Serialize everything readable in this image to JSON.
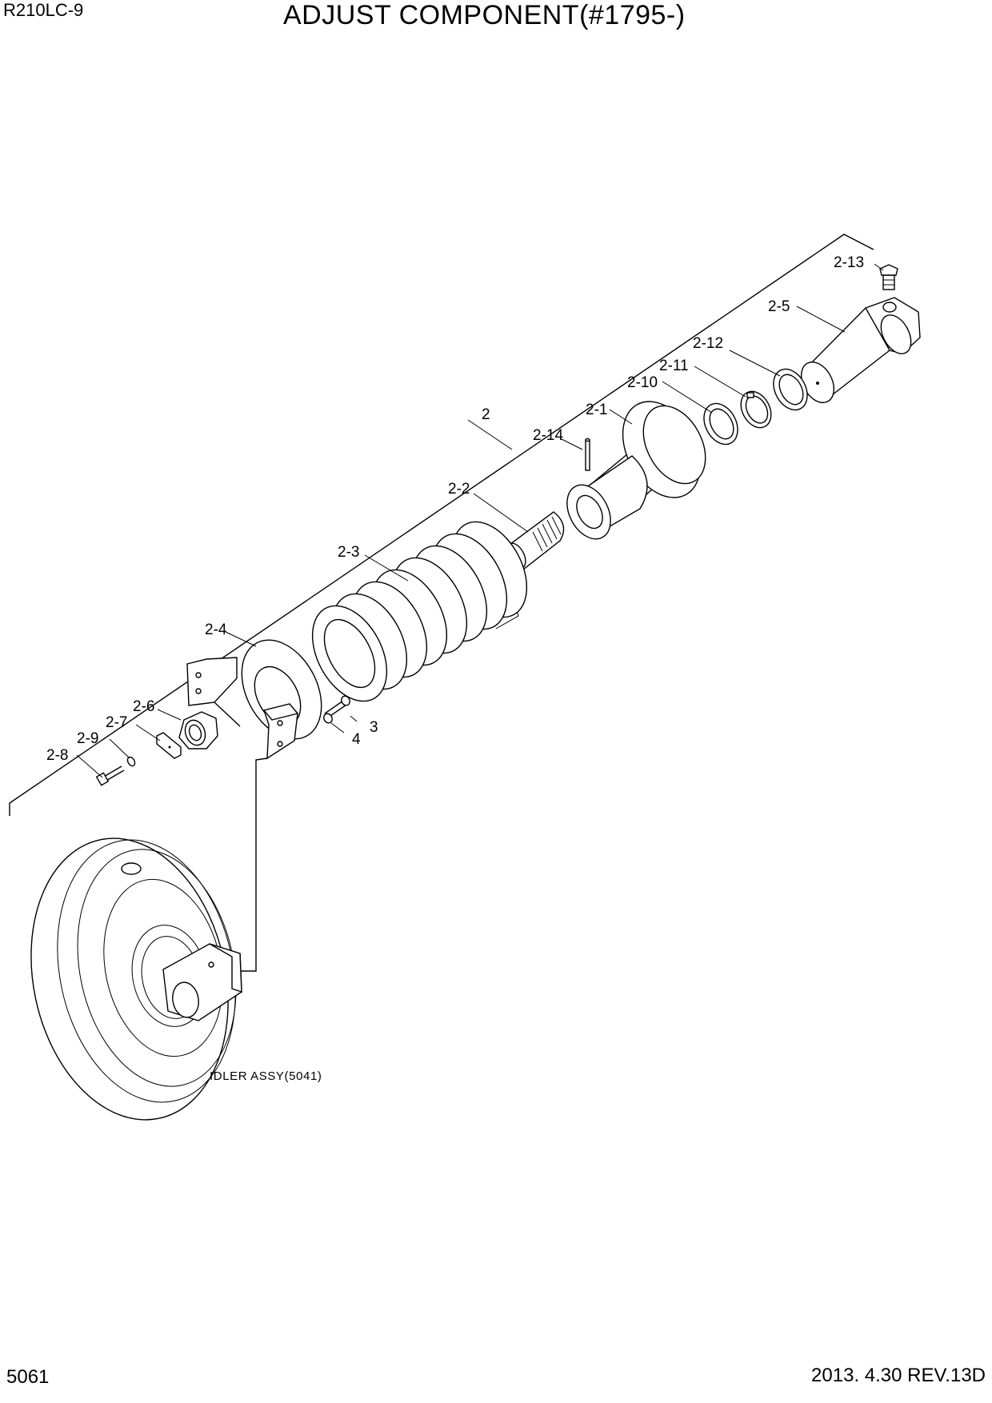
{
  "header": {
    "model": "R210LC-9",
    "title": "ADJUST COMPONENT(#1795-)"
  },
  "footer": {
    "page_number": "5061",
    "date_rev": "2013. 4.30  REV.13D"
  },
  "diagram": {
    "callouts": {
      "c2": "2",
      "c2_1": "2-1",
      "c2_2": "2-2",
      "c2_3": "2-3",
      "c2_4": "2-4",
      "c2_5": "2-5",
      "c2_6": "2-6",
      "c2_7": "2-7",
      "c2_8": "2-8",
      "c2_9": "2-9",
      "c2_10": "2-10",
      "c2_11": "2-11",
      "c2_12": "2-12",
      "c2_13": "2-13",
      "c2_14": "2-14",
      "c3": "3",
      "c4": "4"
    },
    "idler_label": "IDLER ASSY(5041)"
  }
}
